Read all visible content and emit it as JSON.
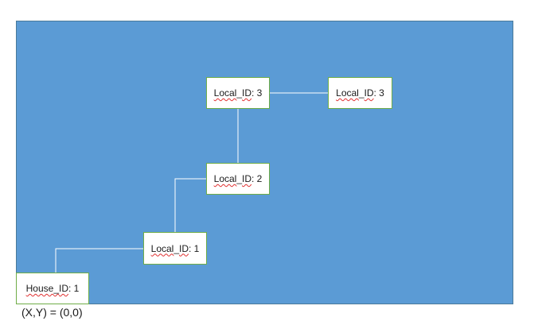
{
  "diagram": {
    "nodes": {
      "local3a": {
        "prefix": "Local",
        "sep": "_",
        "field": "ID",
        "value": ": 3"
      },
      "local3b": {
        "prefix": "Local",
        "sep": "_",
        "field": "ID",
        "value": ": 3"
      },
      "local2": {
        "prefix": "Local",
        "sep": "_",
        "field": "ID",
        "value": ": 2"
      },
      "local1": {
        "prefix": "Local",
        "sep": "_",
        "field": "ID",
        "value": ": 1"
      },
      "house1": {
        "prefix": "House",
        "sep": "_",
        "field": "ID",
        "value": ": 1"
      }
    },
    "origin_label": "(X,Y) = (0,0)",
    "colors": {
      "canvas": "#5b9bd5",
      "node_fill": "#ffffff",
      "node_border": "#70ad47",
      "connector": "#ffffff",
      "spellcheck_underline": "#e03030"
    }
  }
}
